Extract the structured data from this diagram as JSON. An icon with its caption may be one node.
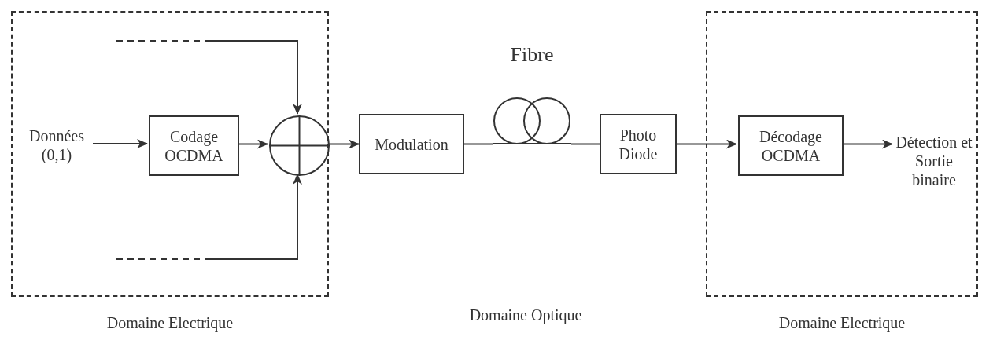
{
  "diagram": {
    "nodes": [
      {
        "text": [
          "Domaine Electrique"
        ]
      },
      {
        "text": [
          "Données (0,1)"
        ],
        "in": 0
      },
      {
        "text": [
          "Codage OCDMA"
        ],
        "in": 0
      },
      {
        "text": [],
        "shape": "circle",
        "in": 0
      },
      {
        "text": [
          "Modulation"
        ]
      },
      {
        "text": [
          "Fibre"
        ]
      },
      {
        "text": [
          "Photo Diode"
        ]
      },
      {
        "text": [
          "Domaine Electrique"
        ]
      },
      {
        "text": [
          "Décodage OCDMA"
        ],
        "in": 7
      },
      {
        "text": [
          "Détection et Sortie binaire"
        ],
        "in": 7
      }
    ],
    "edges": [
      {
        "from": 1,
        "to": 2,
        "arrow": "to"
      },
      {
        "from": 2,
        "to": 3,
        "arrow": "to"
      },
      {
        "from": null,
        "to": 3,
        "arrow": "to",
        "style": "dashed"
      },
      {
        "from": null,
        "to": 3,
        "arrow": "to",
        "style": "dashed"
      },
      {
        "from": 3,
        "to": 4,
        "arrow": "to"
      },
      {
        "from": 4,
        "to": 5,
        "arrow": "none"
      },
      {
        "from": 5,
        "to": 6,
        "arrow": "none"
      },
      {
        "from": 6,
        "to": 8,
        "arrow": "to"
      },
      {
        "from": 8,
        "to": 9,
        "arrow": "to"
      }
    ],
    "labels": [
      "Domaine Optique"
    ]
  }
}
